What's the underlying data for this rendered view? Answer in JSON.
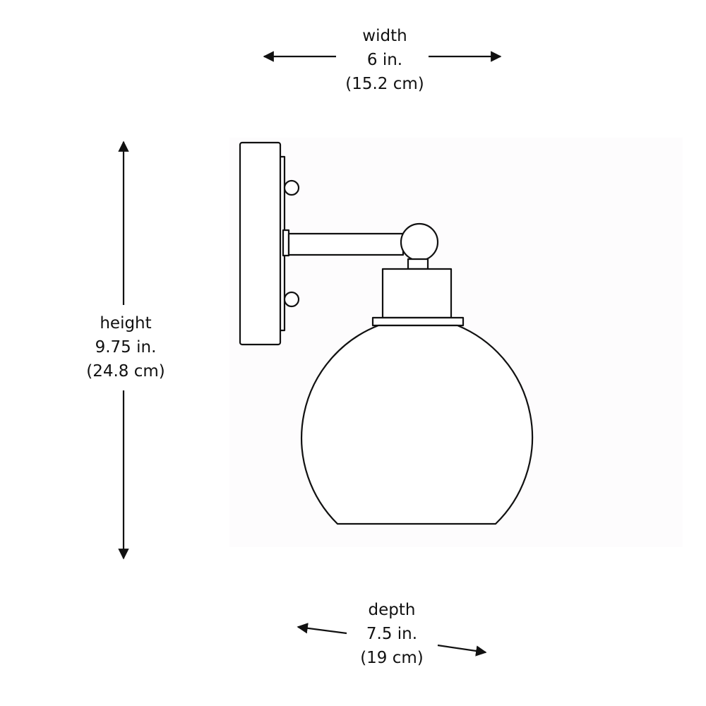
{
  "dimensions": {
    "width": {
      "name": "width",
      "imperial": "6 in.",
      "metric": "(15.2 cm)"
    },
    "height": {
      "name": "height",
      "imperial": "9.75 in.",
      "metric": "(24.8 cm)"
    },
    "depth": {
      "name": "depth",
      "imperial": "7.5 in.",
      "metric": "(19 cm)"
    }
  },
  "colors": {
    "line": "#111111",
    "background": "#ffffff",
    "panel": "#fdfcfd"
  }
}
